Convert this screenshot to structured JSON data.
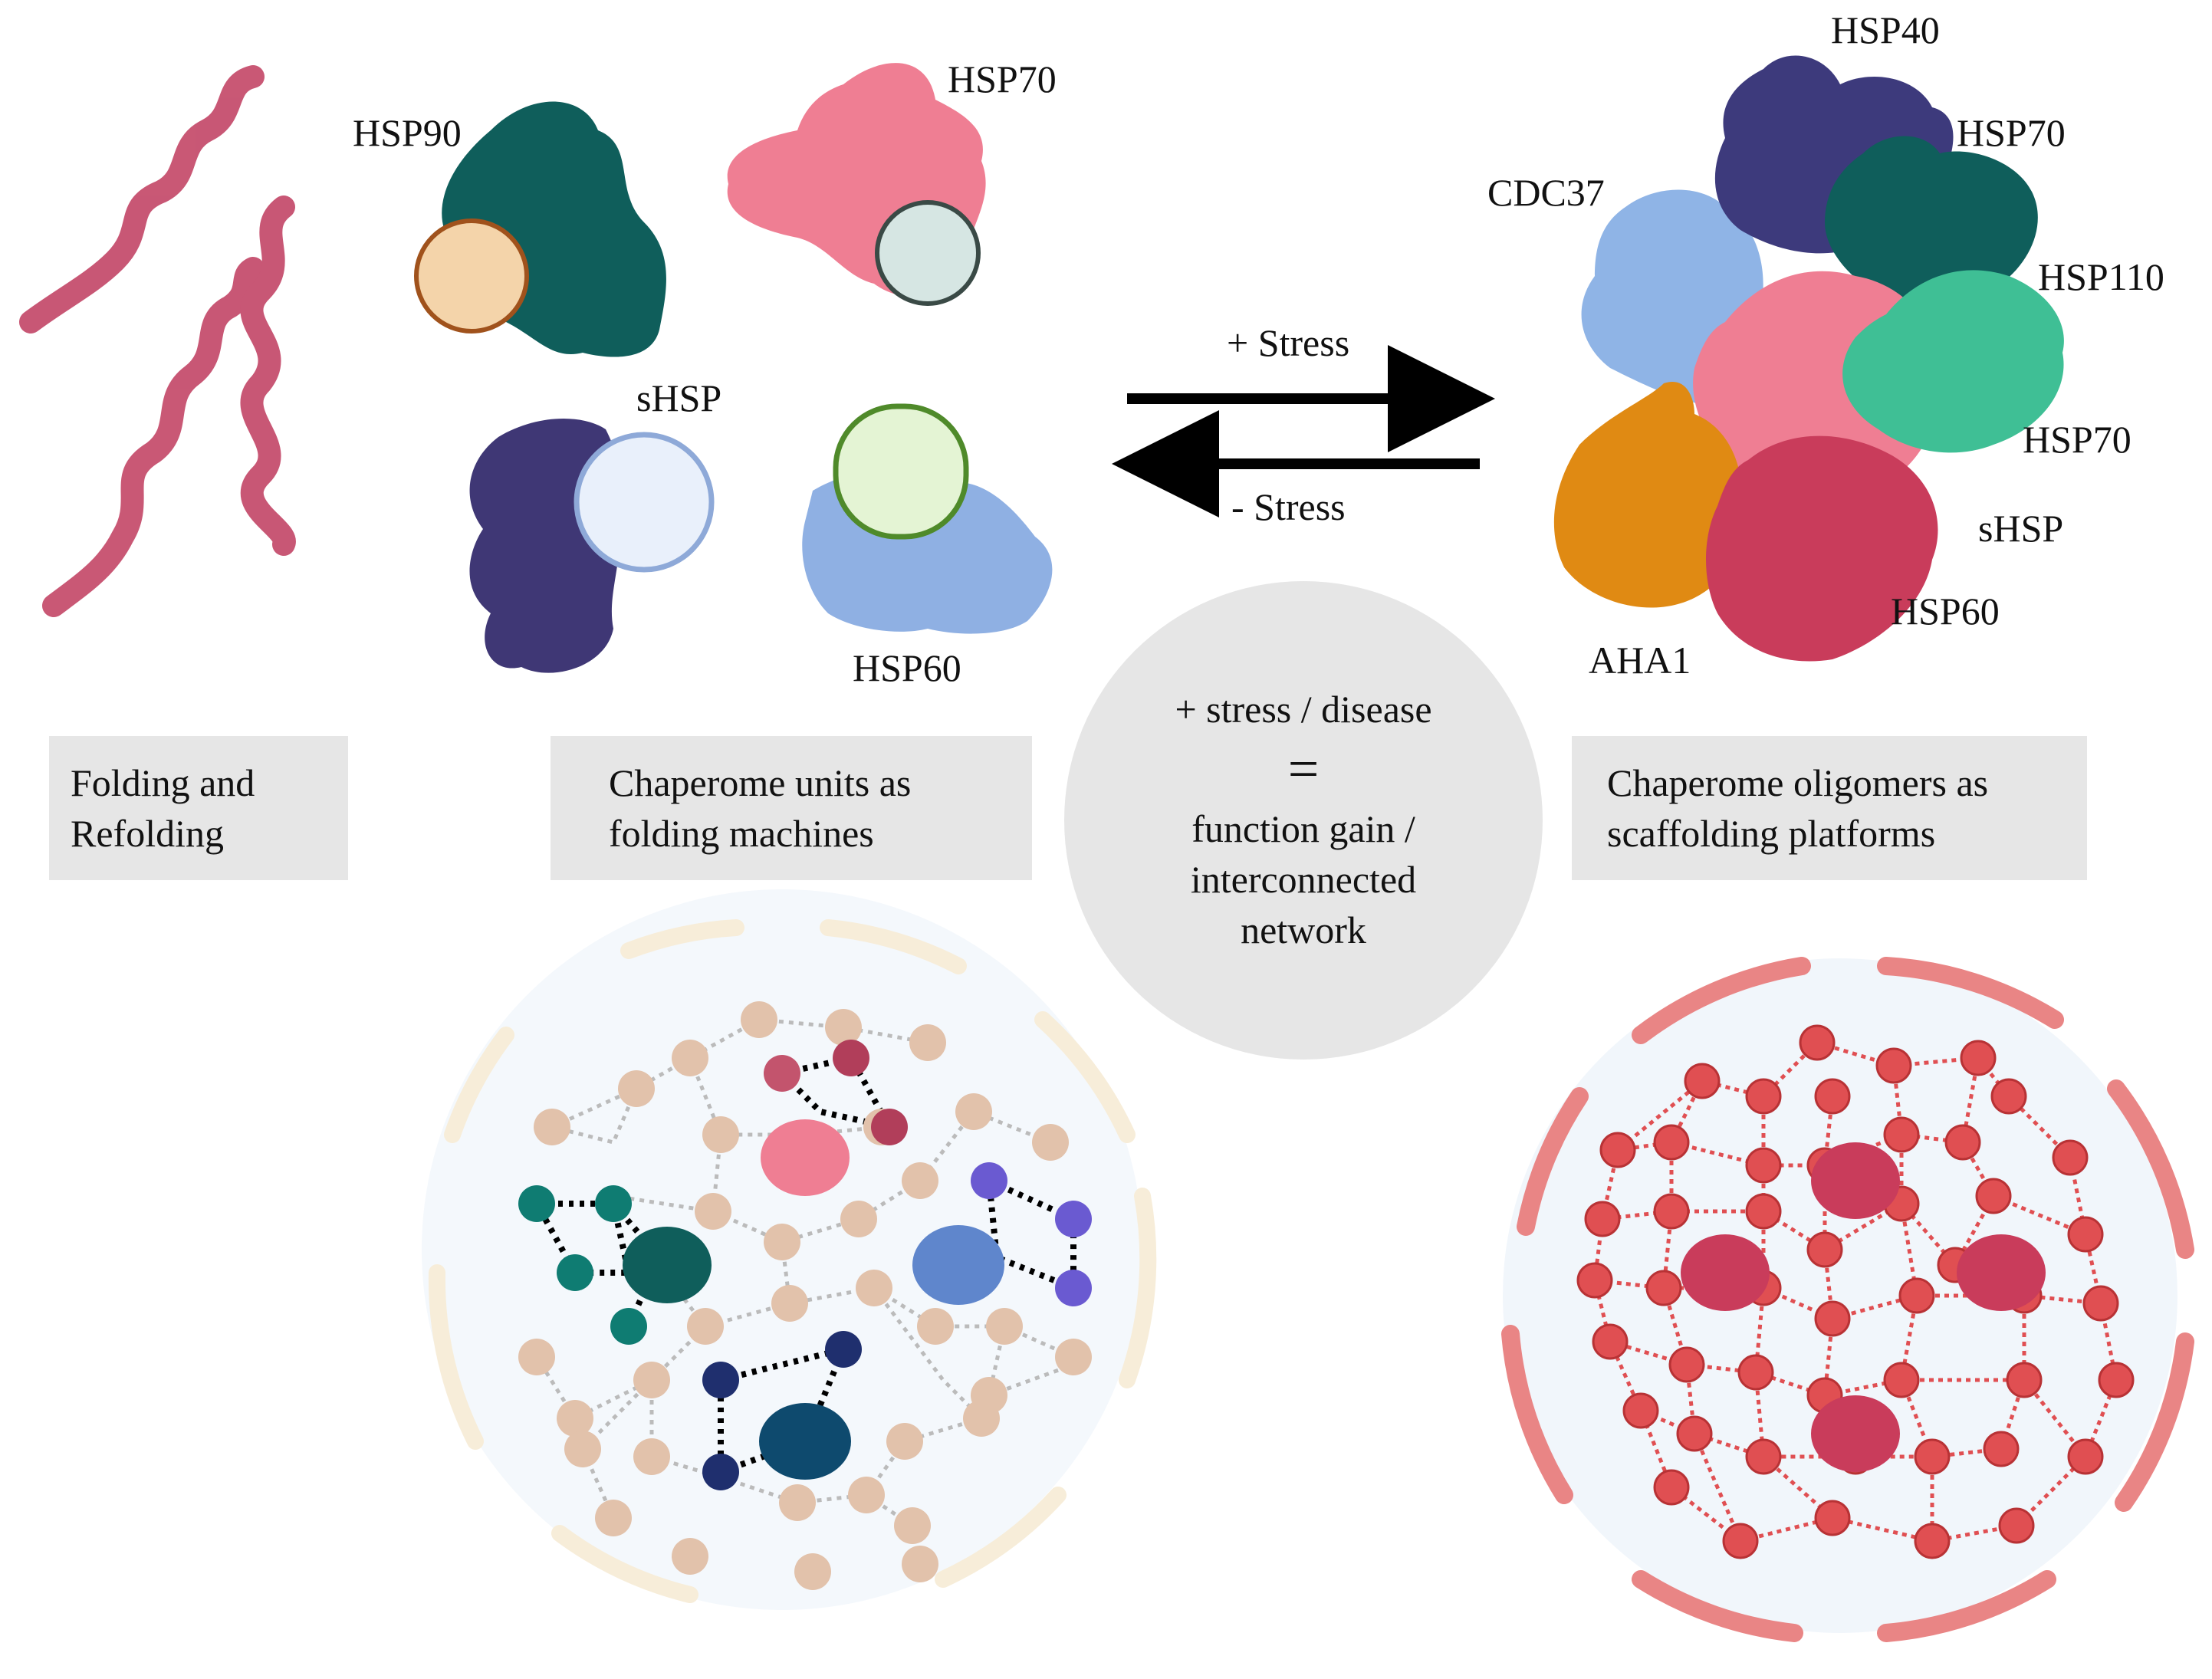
{
  "colors": {
    "helix": "#c64f6e",
    "hsp90": "#0f5e5b",
    "hsp70_pink": "#ef7e93",
    "shsp_purple": "#3f3775",
    "hsp60_blue": "#8fb0e3",
    "hsp40": "#3d3a7c",
    "hsp110": "#3fbf95",
    "cdc37": "#8fb4e6",
    "aha1": "#e08a13",
    "shsp_red": "#c93c5b",
    "network_node_tan": "#e2c2ab",
    "network_red": "#e04f52",
    "membrane_red": "#e98585",
    "membrane_tan": "#f7edd9",
    "circle_grey": "#e6e6e6"
  },
  "top_left_labels": {
    "hsp90": "HSP90",
    "hsp70": "HSP70",
    "shsp": "sHSP",
    "hsp60": "HSP60"
  },
  "arrows": {
    "forward": "+ Stress",
    "reverse": "- Stress"
  },
  "oligomer_labels": {
    "hsp40": "HSP40",
    "hsp70_top": "HSP70",
    "cdc37": "CDC37",
    "hsp110": "HSP110",
    "hsp70_mid": "HSP70",
    "shsp": "sHSP",
    "hsp60": "HSP60",
    "aha1": "AHA1"
  },
  "boxes": {
    "folding": "Folding and\nRefolding",
    "units": "Chaperome units as\nfolding machines",
    "oligomers": "Chaperome oligomers as\nscaffolding platforms"
  },
  "center": {
    "line1": "+ stress / disease",
    "equals": "=",
    "line2": "function gain /",
    "line3": "interconnected",
    "line4": "network"
  }
}
